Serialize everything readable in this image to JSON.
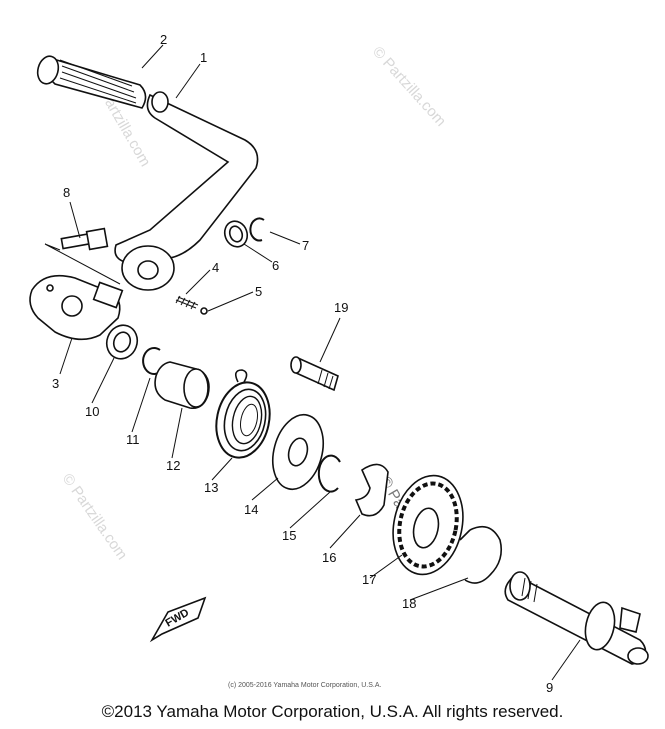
{
  "callouts": [
    "1",
    "2",
    "3",
    "4",
    "5",
    "6",
    "7",
    "8",
    "9",
    "10",
    "11",
    "12",
    "13",
    "14",
    "15",
    "16",
    "17",
    "18",
    "19"
  ],
  "fwd_label": "FWD",
  "watermark": "© Partzilla.com",
  "small_copyright": "(c) 2005-2016 Yamaha Motor Corporation, U.S.A.",
  "footer_copyright": "©2013 Yamaha Motor Corporation, U.S.A. All rights reserved."
}
